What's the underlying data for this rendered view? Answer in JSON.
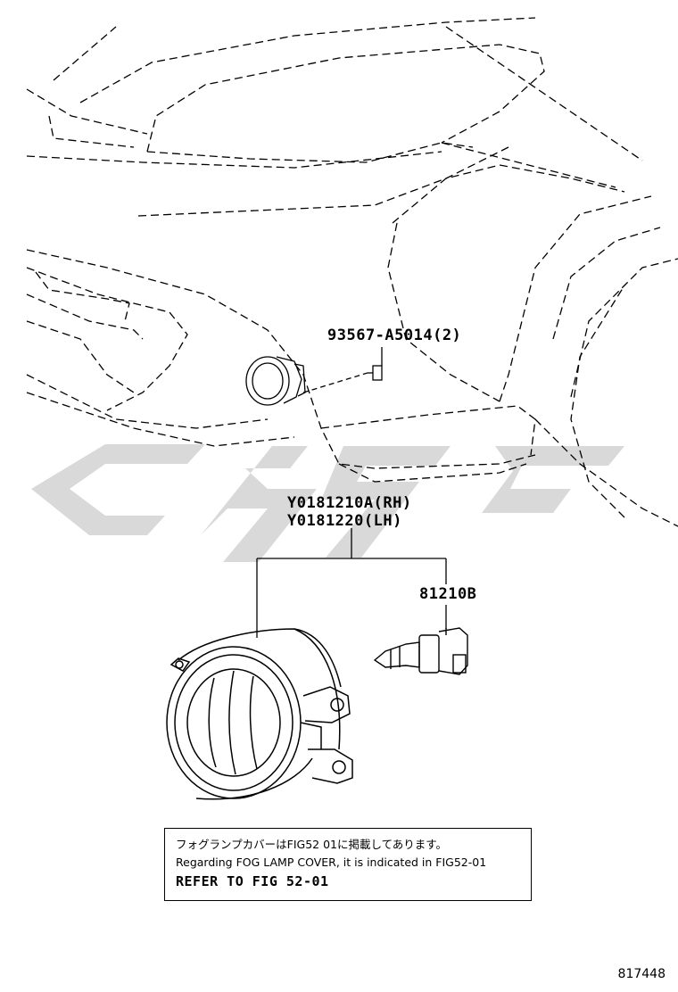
{
  "labels": {
    "screw_part": "93567-A5014(2)",
    "fog_lamp_rh": "Y0181210A(RH)",
    "fog_lamp_lh": "Y0181220(LH)",
    "bulb_part": "81210B"
  },
  "note": {
    "line_jp": "フォグランプカバーはFIG52 01に掲載してあります。",
    "line_en": "Regarding FOG LAMP COVER, it is indicated in FIG52-01",
    "line_refer": "REFER TO FIG 52-01"
  },
  "reference_number": "817448",
  "colors": {
    "line": "#000000",
    "watermark": "#d9d9d9"
  }
}
